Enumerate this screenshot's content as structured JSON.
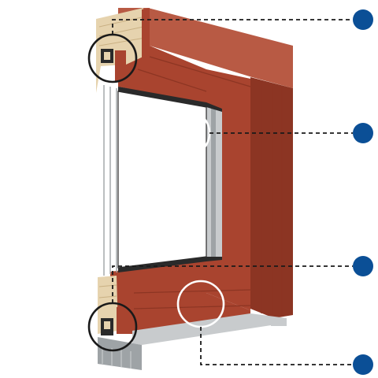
{
  "colors": {
    "frame_red": "#a9442f",
    "frame_red_light": "#b85a44",
    "frame_red_dark": "#8c3523",
    "timber": "#e6d3ae",
    "timber_grain": "#c9b083",
    "aluminium": "#c8cbcd",
    "aluminium_dark": "#9ea3a6",
    "glass": "#ffffff",
    "seal": "#2a2a2a",
    "marker_blue": "#0b4f96"
  },
  "markers": [
    {
      "id": "marker-1",
      "label": ""
    },
    {
      "id": "marker-2",
      "label": ""
    },
    {
      "id": "marker-3",
      "label": ""
    },
    {
      "id": "marker-4",
      "label": ""
    }
  ]
}
